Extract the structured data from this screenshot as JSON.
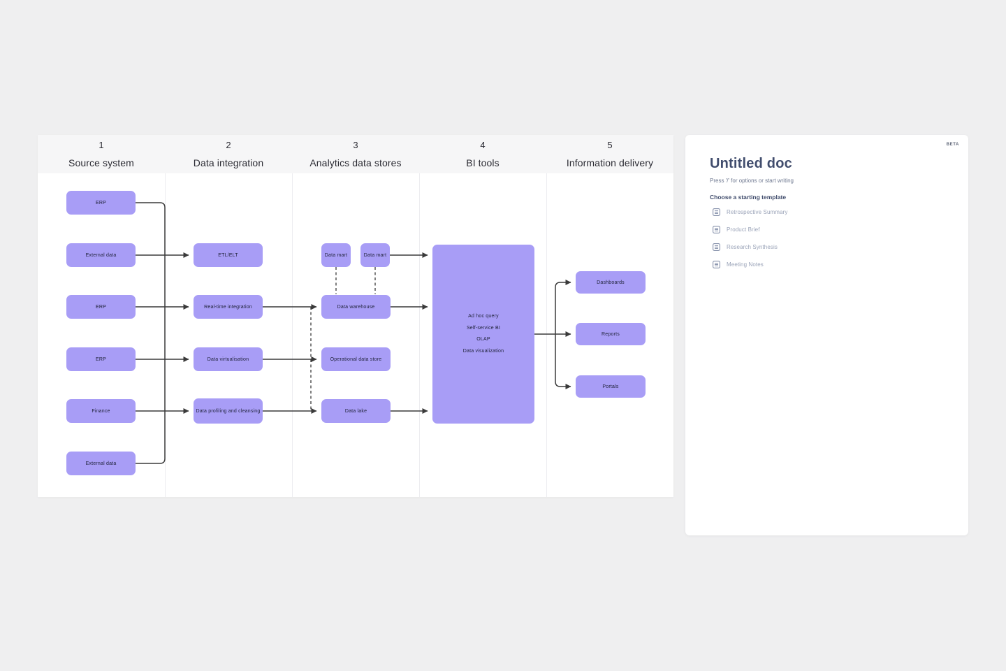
{
  "diagram": {
    "columns": [
      {
        "number": "1",
        "title": "Source system"
      },
      {
        "number": "2",
        "title": "Data integration"
      },
      {
        "number": "3",
        "title": "Analytics data stores"
      },
      {
        "number": "4",
        "title": "BI tools"
      },
      {
        "number": "5",
        "title": "Information delivery"
      }
    ],
    "source_boxes": [
      "ERP",
      "External data",
      "ERP",
      "ERP",
      "Finance",
      "External data"
    ],
    "integration_boxes": [
      "ETL/ELT",
      "Real-time integration",
      "Data virtualisation",
      "Data profiling and cleansing"
    ],
    "store_boxes": {
      "data_mart_1": "Data mart",
      "data_mart_2": "Data mart",
      "warehouse": "Data warehouse",
      "ods": "Operational data store",
      "lake": "Data lake"
    },
    "bi_box_lines": [
      "Ad hoc query",
      "Self-service BI",
      "OLAP",
      "Data visualization"
    ],
    "delivery_boxes": [
      "Dashboards",
      "Reports",
      "Portals"
    ],
    "colors": {
      "node_fill": "#a89df6",
      "connector": "#3a3a3a"
    }
  },
  "doc_panel": {
    "beta_badge": "BETA",
    "title": "Untitled doc",
    "hint": "Press '/' for options or start writing",
    "templates_heading": "Choose a starting template",
    "templates": [
      "Retrospective Summary",
      "Product Brief",
      "Research Synthesis",
      "Meeting Notes"
    ]
  }
}
